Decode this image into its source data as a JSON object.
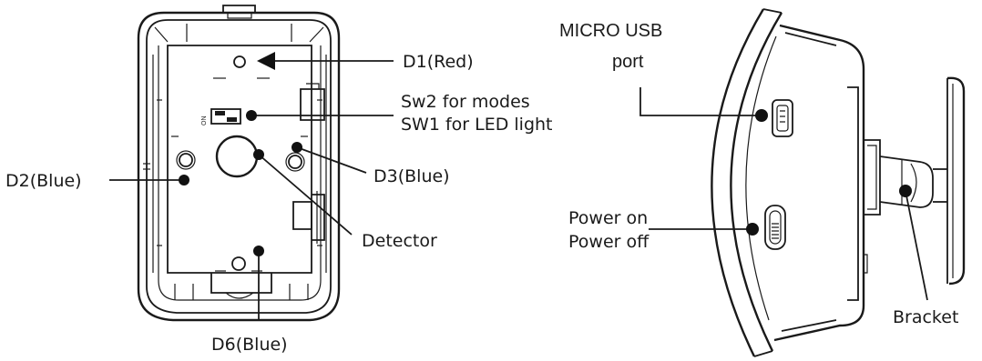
{
  "labels": {
    "d1": "D1(Red)",
    "sw2": "Sw2 for modes",
    "sw1": "SW1 for LED light",
    "d2": "D2(Blue)",
    "d3": "D3(Blue)",
    "detector": "Detector",
    "d6": "D6(Blue)",
    "usb_line1": "MICRO USB",
    "usb_line2": "port",
    "power_on": "Power on",
    "power_off": "Power off",
    "bracket": "Bracket"
  },
  "switch_marks": {
    "on": "ON"
  }
}
